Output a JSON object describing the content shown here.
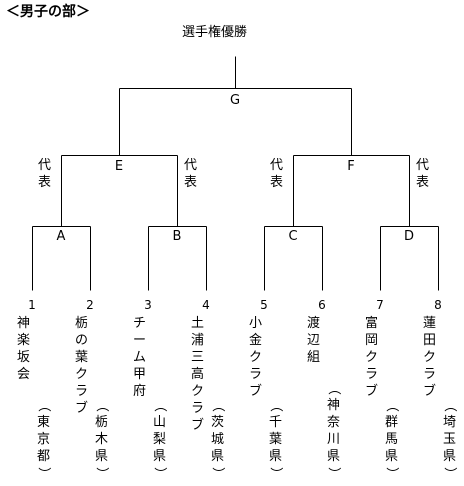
{
  "section_heading": "＜男子の部＞",
  "title": "選手権優勝",
  "nodes": {
    "G": "G",
    "E": "E",
    "F": "F",
    "A": "A",
    "B": "B",
    "C": "C",
    "D": "D"
  },
  "daihyo": "代表",
  "teams": [
    {
      "num": "1",
      "name": "神楽坂会",
      "pref": "（東京都）"
    },
    {
      "num": "2",
      "name": "栃の葉クラブ",
      "pref": "（栃木県）"
    },
    {
      "num": "3",
      "name": "チーム甲府",
      "pref": "（山梨県）"
    },
    {
      "num": "4",
      "name": "土浦三高クラブ",
      "pref": "（茨城県）"
    },
    {
      "num": "5",
      "name": "小金クラブ",
      "pref": "（千葉県）"
    },
    {
      "num": "6",
      "name": "渡辺組",
      "pref": "（神奈川県）"
    },
    {
      "num": "7",
      "name": "富岡クラブ",
      "pref": "（群馬県）"
    },
    {
      "num": "8",
      "name": "蓮田クラブ",
      "pref": "（埼玉県）"
    }
  ]
}
